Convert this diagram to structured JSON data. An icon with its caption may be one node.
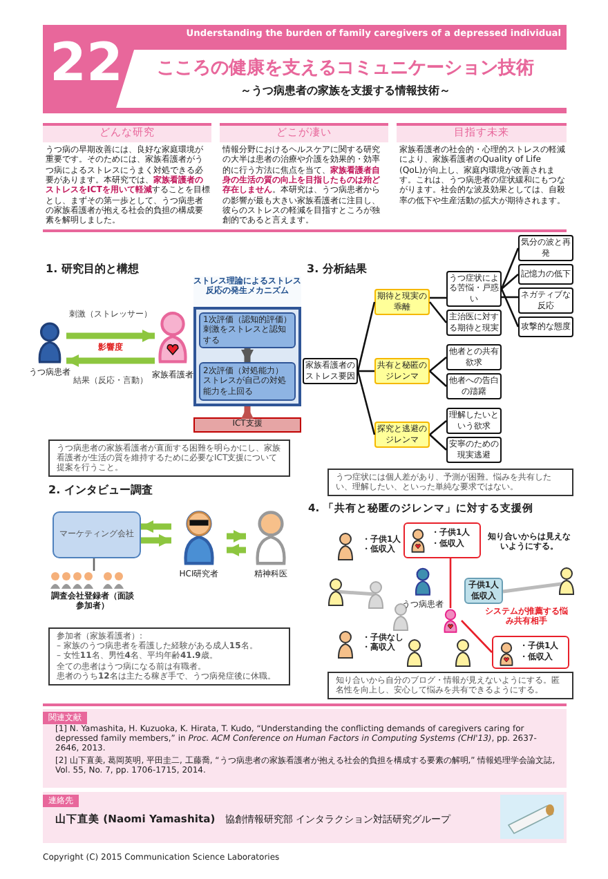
{
  "diagram": {
    "title": "こころの健康を支えるコミュニケーション技術",
    "nodes": [
      {
        "text": [
          "うつ病患者"
        ]
      },
      {
        "text": [
          "家族看護者"
        ]
      },
      {
        "text": [
          "ストレス理論によるストレス反応の発生メカニズム"
        ]
      },
      {
        "text": [
          "1次評価（認知的評価）",
          "刺激をストレスと認知する"
        ],
        "in": 2
      },
      {
        "text": [
          "2次評価（対処能力）",
          "ストレスが自己の対処能力を上回る"
        ],
        "in": 2
      },
      {
        "text": [
          "ICT支援"
        ]
      },
      {
        "text": [
          "うつ病患者の家族看護者が直面する困難を明らかにし、家族看護者が生活の質を維持するために必要なICT支援について提案を行うこと。"
        ]
      },
      {
        "text": [
          "マーケティング会社"
        ]
      },
      {
        "text": [
          "HCI研究者"
        ]
      },
      {
        "text": [
          "精神科医"
        ]
      },
      {
        "text": [
          "調査会社登録者（面談参加者）"
        ]
      },
      {
        "text": [
          "参加者（家族看護者）:",
          "– 家族のうつ病患者を看護した経験がある成人**15**名。",
          "– 女性**11**名、男性**4**名、平均年齢**41.9**歳。",
          "全ての患者はうつ病になる前は有職者。",
          "患者のうち**12**名は主たる稼ぎ手で、うつ病発症後に休職。"
        ]
      },
      {
        "text": [
          "家族看護者のストレス要因"
        ]
      },
      {
        "text": [
          "期待と現実の乖離"
        ]
      },
      {
        "text": [
          "うつ症状による苦悩・戸惑い"
        ]
      },
      {
        "text": [
          "気分の波と再発"
        ]
      },
      {
        "text": [
          "記憶力の低下"
        ]
      },
      {
        "text": [
          "ネガティブな反応"
        ]
      },
      {
        "text": [
          "攻撃的な態度"
        ]
      },
      {
        "text": [
          "主治医に対する期待と現実"
        ]
      },
      {
        "text": [
          "共有と秘匿のジレンマ"
        ]
      },
      {
        "text": [
          "他者との共有欲求"
        ]
      },
      {
        "text": [
          "他者への告白の躊躇"
        ]
      },
      {
        "text": [
          "探究と逃避のジレンマ"
        ]
      },
      {
        "text": [
          "理解したいという欲求"
        ]
      },
      {
        "text": [
          "安寧のための現実逃避"
        ]
      },
      {
        "text": [
          "うつ症状には個人差があり、予測が困難。悩みを共有したい、理解したい、といった単純な要求ではない。"
        ]
      },
      {
        "text": [
          "・子供1人・低収入"
        ]
      },
      {
        "text": [
          "うつ病患者"
        ]
      },
      {
        "text": [],
        "shape": "person"
      },
      {
        "text": [
          "子供1人低収入"
        ]
      },
      {
        "text": [
          "・子供1人・低収入"
        ]
      },
      {
        "text": [
          "知り合いから自分のブログ・情報が見えないようにする。匿名性を向上し、安心して悩みを共有できるようにする。"
        ]
      }
    ],
    "edges": [
      {
        "from": 0,
        "to": 1,
        "arrow": "to",
        "label": "刺激（ストレッサー）",
        "style": "thick",
        "color": "#8dc63f"
      },
      {
        "from": 1,
        "to": 0,
        "arrow": "to",
        "label": "結果（反応・言動）",
        "style": "thick",
        "color": "#8dc63f"
      },
      {
        "from": 3,
        "to": 4,
        "arrow": "to",
        "style": "thick",
        "color": "#595959"
      },
      {
        "from": 5,
        "to": 2,
        "arrow": "to",
        "style": "thick",
        "color": "#c0504d"
      },
      {
        "from": 7,
        "to": 8,
        "arrow": "to",
        "style": "thick",
        "color": "#8dc63f"
      },
      {
        "from": 8,
        "to": 7,
        "arrow": "to",
        "style": "thick",
        "color": "#8dc63f"
      },
      {
        "from": 8,
        "to": 9,
        "arrow": "to",
        "style": "thick",
        "color": "#8dc63f"
      },
      {
        "from": 9,
        "to": 8,
        "arrow": "to",
        "style": "thick",
        "color": "#8dc63f"
      },
      {
        "from": 7,
        "to": 10,
        "arrow": "none",
        "color": "#666666"
      },
      {
        "from": 12,
        "to": 13,
        "arrow": "none"
      },
      {
        "from": 12,
        "to": 20,
        "arrow": "none"
      },
      {
        "from": 12,
        "to": 23,
        "arrow": "none"
      },
      {
        "from": 13,
        "to": 14,
        "arrow": "none"
      },
      {
        "from": 13,
        "to": 19,
        "arrow": "none"
      },
      {
        "from": 14,
        "to": 15,
        "arrow": "none"
      },
      {
        "from": 14,
        "to": 16,
        "arrow": "none"
      },
      {
        "from": 14,
        "to": 17,
        "arrow": "none"
      },
      {
        "from": 14,
        "to": 18,
        "arrow": "none"
      },
      {
        "from": 20,
        "to": 21,
        "arrow": "none"
      },
      {
        "from": 20,
        "to": 22,
        "arrow": "none"
      },
      {
        "from": 23,
        "to": 24,
        "arrow": "none"
      },
      {
        "from": 23,
        "to": 25,
        "arrow": "none"
      },
      {
        "from": 27,
        "to": 29,
        "arrow": "none",
        "color": "#e8202a"
      },
      {
        "from": 31,
        "to": 29,
        "arrow": "none",
        "color": "#e8202a"
      }
    ],
    "labels": [
      "22",
      "Understanding the burden of family caregivers of a depressed individual",
      "～うつ病患者の家族を支援する情報技術～",
      "どんな研究",
      "うつ病の早期改善には、良好な家庭環境が重要です。そのためには、家族看護者がうつ病によるストレスにうまく対処できる必要があります。本研究では、**家族看護者のストレスをICTを用いて軽減**することを目標とし、まずその第一歩として、うつ病患者の家族看護者が抱える社会的負担の構成要素を解明しました。",
      "どこが凄い",
      "情報分野におけるヘルスケアに関する研究の大半は患者の治療や介護を効果的・効率的に行う方法に焦点を当て、**家族看護者自身の生活の質の向上を目指したものは殆ど存在しません**。本研究は、うつ病患者からの影響が最も大きい家族看護者に注目し、彼らのストレスの軽減を目指すところが独創的であると言えます。",
      "目指す未来",
      "家族看護者の社会的・心理的ストレスの軽減により、家族看護者のQuality of Life (QoL)が向上し、家庭内環境が改善されます。これは、うつ病患者の症状緩和にもつながります。社会的な波及効果としては、自殺率の低下や生産活動の拡大が期待されます。",
      "1. 研究目的と構想",
      "影響度",
      "3. 分析結果",
      "2. インタビュー調査",
      "4. 「共有と秘匿のジレンマ」に対する支援例",
      "・子供1人・低収入",
      "知り合いからは見えないようにする。",
      "システムが推薦する悩み共有相手",
      "・子供なし・高収入",
      "関連文献",
      "[1] N. Yamashita, H. Kuzuoka, K. Hirata, T. Kudo, “Understanding the conflicting demands of caregivers caring for depressed family members,” in *Proc. ACM Conference on Human Factors in Computing Systems (CHI'13)*, pp. 2637-2646, 2013.",
      "[2] 山下直美, 葛岡英明, 平田圭二, 工藤喬, “うつ病患者の家族看護者が抱える社会的負担を構成する要素の解明,” 情報処理学会論文誌, Vol. 55, No. 7, pp. 1706-1715, 2014.",
      "連絡先",
      "山下直美 (Naomi Yamashita)",
      "協創情報研究部 インタラクション対話研究グループ",
      "Copyright (C) 2015 Communication Science Laboratories"
    ]
  }
}
